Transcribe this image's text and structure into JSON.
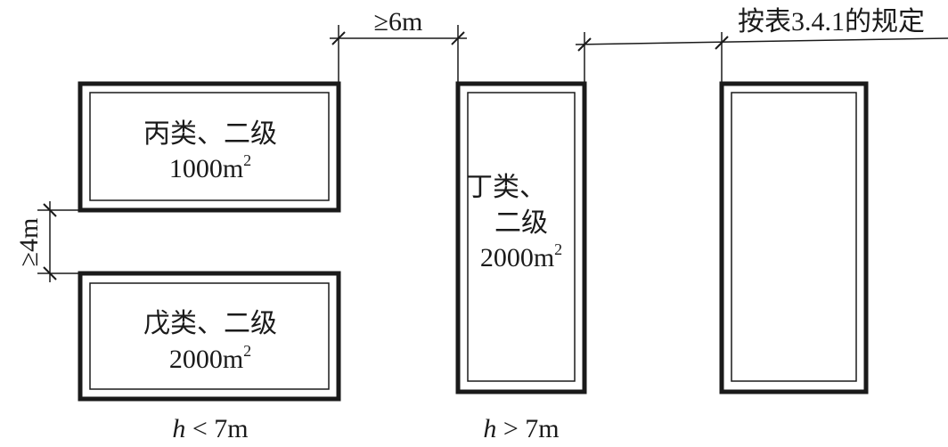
{
  "buildings": {
    "bing": {
      "line1": "丙类、二级",
      "area": "1000m",
      "exp": "2"
    },
    "wu": {
      "line1": "戊类、二级",
      "area": "2000m",
      "exp": "2"
    },
    "ding": {
      "line1": "丁类、",
      "line2": "二级",
      "area": "2000m",
      "exp": "2"
    }
  },
  "dimensions": {
    "gap_horizontal": "≥6m",
    "gap_vertical": "≥4m",
    "gap_rule": "按表3.4.1的规定"
  },
  "captions": {
    "left_var": "h",
    "left_rest": " < 7m",
    "right_var": "h",
    "right_rest": " > 7m"
  }
}
